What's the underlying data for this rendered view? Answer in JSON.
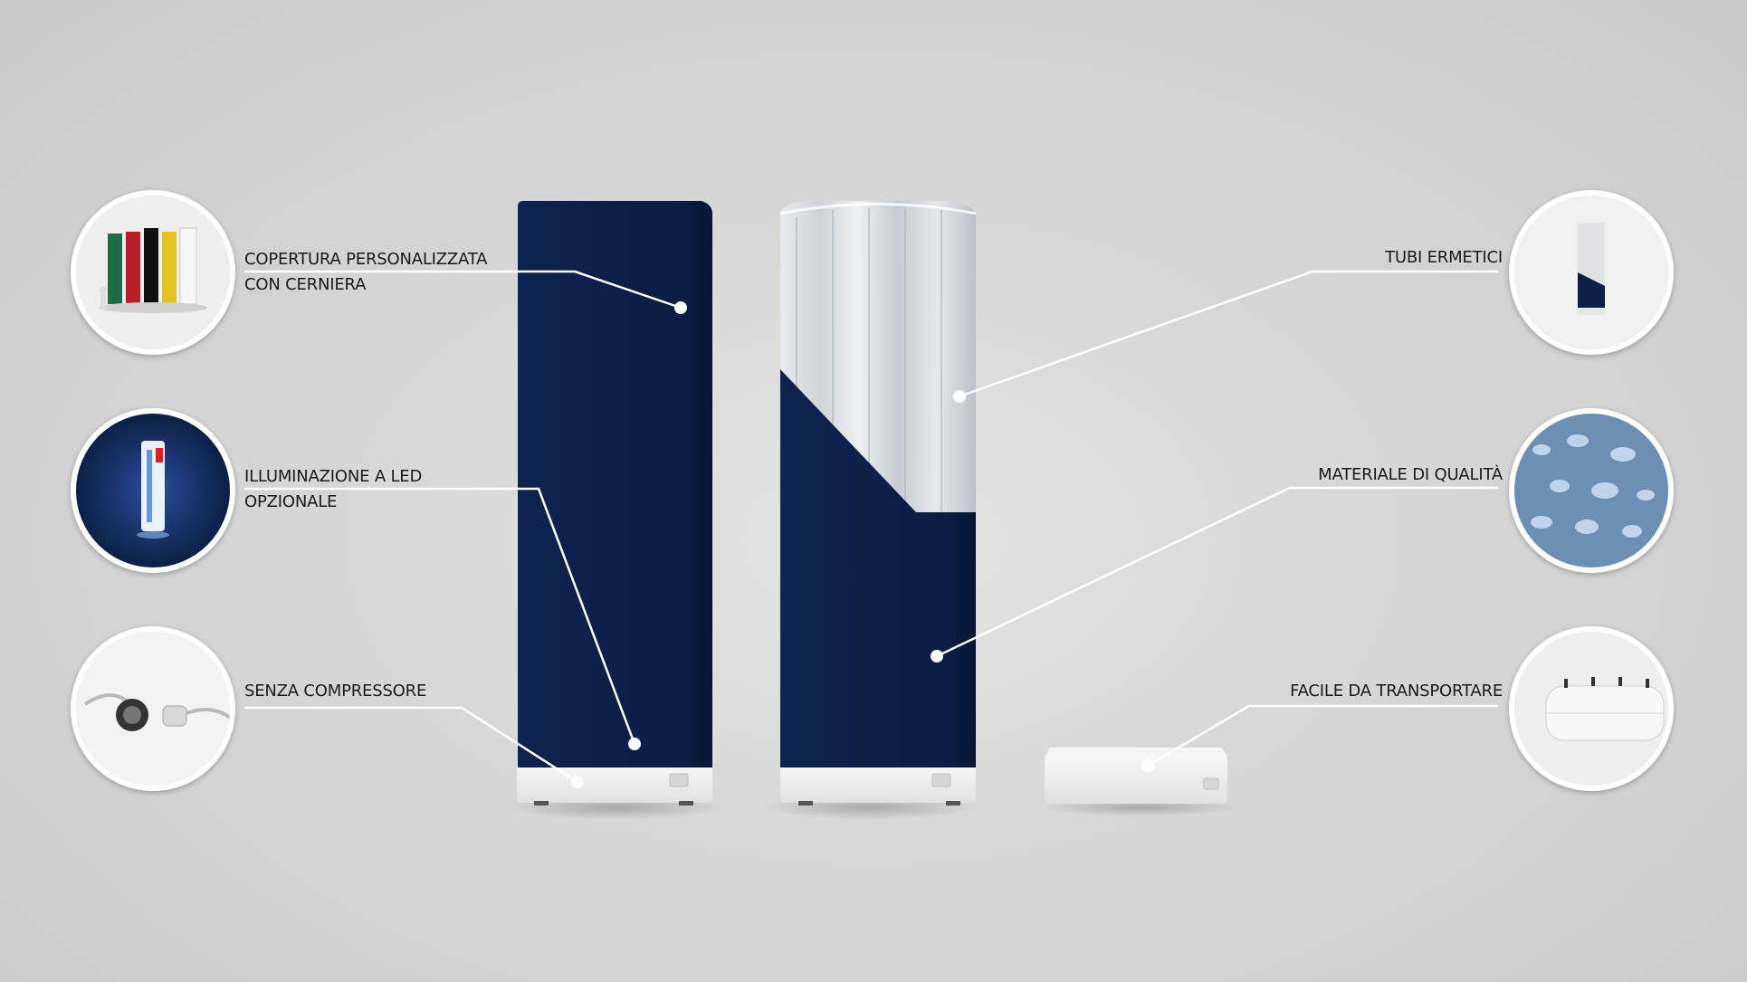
{
  "features": {
    "copertura": [
      "COPERTURA PERSONALIZZATA",
      "CON CERNIERA"
    ],
    "illuminazione": [
      "ILLUMINAZIONE A LED",
      "OPZIONALE"
    ],
    "compressore": [
      "SENZA COMPRESSORE"
    ],
    "tubi": [
      "TUBI ERMETICI"
    ],
    "materiale": [
      "MATERIALE DI QUALITÀ"
    ],
    "trasporto": [
      "FACILE DA TRANSPORTARE"
    ]
  },
  "thumbnails": {
    "copertura": "colored-column-covers",
    "illuminazione": "illuminated-led-column",
    "compressore": "power-plug-cable",
    "tubi": "airtight-tube-column",
    "materiale": "water-droplets-fabric",
    "trasporto": "round-base-unit"
  },
  "colors": {
    "cover_navy": "#0d1f45",
    "base_white": "#f2f2f2",
    "callout_line": "#ffffff"
  }
}
